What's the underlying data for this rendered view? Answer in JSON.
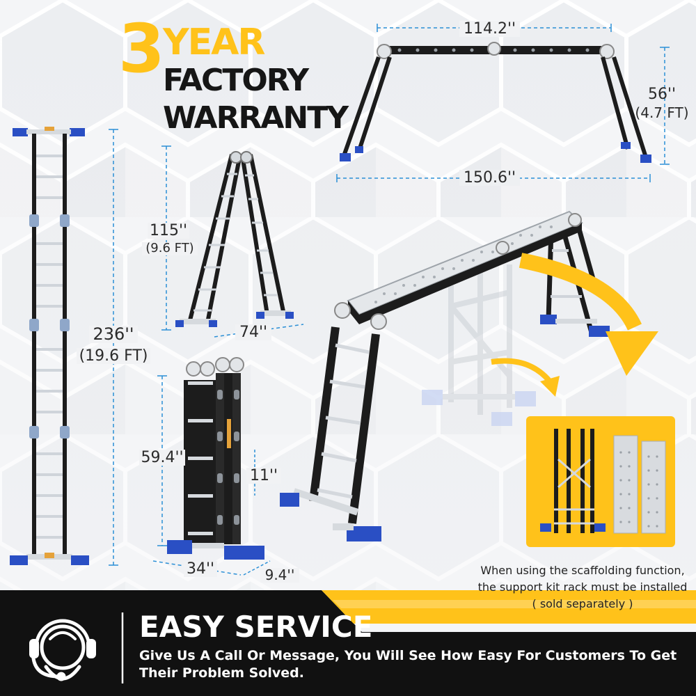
{
  "colors": {
    "accent": "#ffc21a",
    "dark": "#111111",
    "dimension_line": "#2a8fd6",
    "ladder_black": "#1c1c1c",
    "foot_blue": "#2346b8",
    "aluminum": "#c7ccd2"
  },
  "warranty": {
    "number": "3",
    "year": "YEAR",
    "line1": "FACTORY",
    "line2": "WARRANTY"
  },
  "dimensions": {
    "top_width": "114.2''",
    "bridge_height": "56''",
    "bridge_height_ft": "(4.7 FT)",
    "bridge_span": "150.6''",
    "straight_height": "236''",
    "straight_height_ft": "(19.6 FT)",
    "a_frame_height": "115''",
    "a_frame_height_ft": "(9.6 FT)",
    "a_frame_base": "74''",
    "folded_height": "59.4''",
    "folded_section": "11''",
    "folded_width": "34''",
    "folded_depth": "9.4''"
  },
  "note": {
    "line1": "When using the scaffolding function,",
    "line2": "the support kit rack must be installed",
    "line3": "( sold separately )"
  },
  "service": {
    "icon": "headset-support-icon",
    "title": "EASY SERVICE",
    "text": "Give Us A Call Or Message, You Will See How Easy For Customers To Get Their Problem Solved."
  }
}
